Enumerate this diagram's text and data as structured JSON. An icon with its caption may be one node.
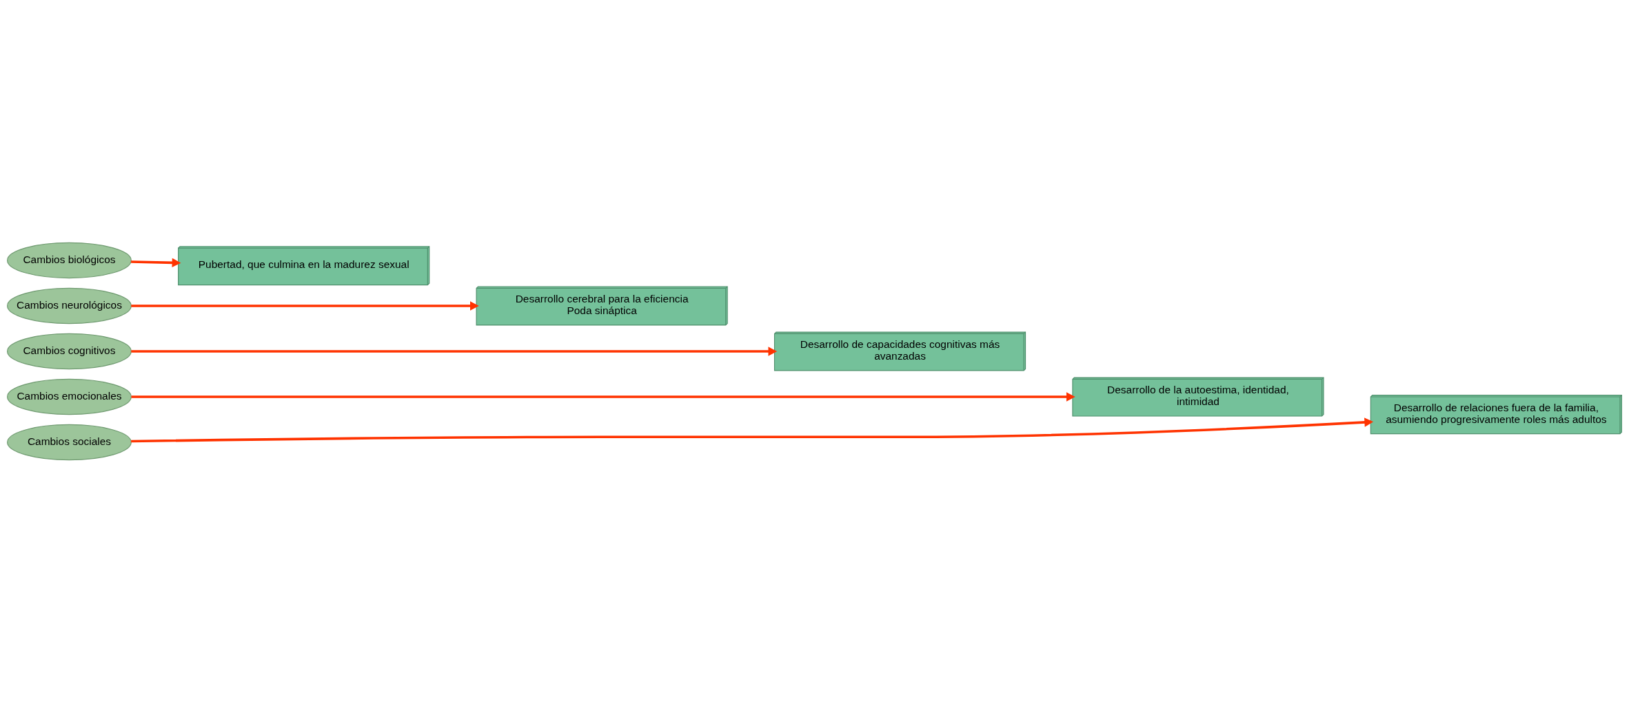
{
  "diagram": {
    "nodes": [
      {
        "text": [
          "Cambios biológicos"
        ]
      },
      {
        "text": [
          "Cambios neurológicos"
        ]
      },
      {
        "text": [
          "Cambios cognitivos"
        ]
      },
      {
        "text": [
          "Cambios emocionales"
        ]
      },
      {
        "text": [
          "Cambios sociales"
        ]
      },
      {
        "text": [
          "Pubertad, que culmina en la madurez sexual"
        ]
      },
      {
        "text": [
          "Desarrollo cerebral para la eficiencia",
          "Poda sináptica"
        ]
      },
      {
        "text": [
          "Desarrollo de capacidades cognitivas más avanzadas"
        ]
      },
      {
        "text": [
          "Desarrollo de la autoestima, identidad, intimidad"
        ]
      },
      {
        "text": [
          "Desarrollo de relaciones fuera de la familia, asumiendo progresivamente roles más adultos"
        ]
      }
    ],
    "edges": [
      {
        "from": 0,
        "to": 5,
        "arrow": "to"
      },
      {
        "from": 1,
        "to": 6,
        "arrow": "to"
      },
      {
        "from": 2,
        "to": 7,
        "arrow": "to"
      },
      {
        "from": 3,
        "to": 8,
        "arrow": "to"
      },
      {
        "from": 4,
        "to": 9,
        "arrow": "to"
      }
    ]
  }
}
